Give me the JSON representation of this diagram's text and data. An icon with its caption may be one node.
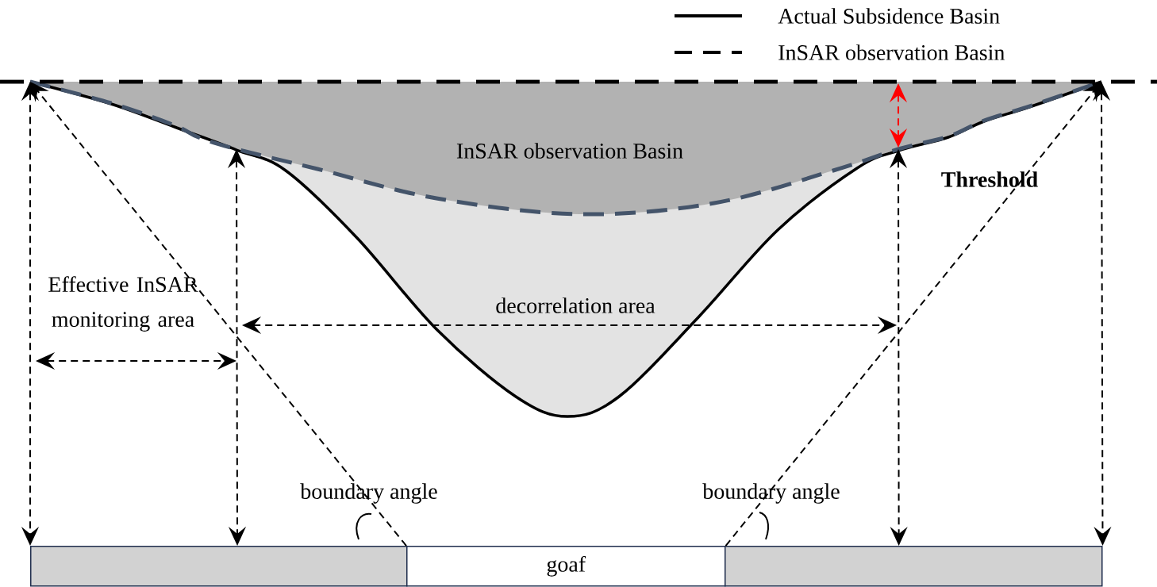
{
  "diagram": {
    "nodes": [
      {
        "text": [],
        "shape": "box"
      },
      {
        "text": [
          "goaf"
        ]
      },
      {
        "text": [],
        "shape": "box"
      }
    ],
    "edges": [
      {
        "from": null,
        "to": 0,
        "arrow": "both",
        "style": "dashed"
      },
      {
        "from": null,
        "to": 0,
        "arrow": "both",
        "style": "dashed"
      },
      {
        "from": null,
        "to": 2,
        "arrow": "both",
        "style": "dashed"
      },
      {
        "from": null,
        "to": 2,
        "arrow": "both",
        "style": "dashed"
      },
      {
        "from": 1,
        "to": null,
        "arrow": "to",
        "style": "dashed"
      },
      {
        "from": 1,
        "to": null,
        "arrow": "to",
        "style": "dashed"
      }
    ],
    "labels": [
      "InSAR observation Basin",
      "Threshold",
      "Effective InSAR monitoring area",
      "decorrelation area",
      "boundary angle",
      "boundary angle"
    ],
    "legend": [
      {
        "text": "Actual Subsidence Basin"
      },
      {
        "text": "InSAR observation Basin"
      }
    ]
  }
}
